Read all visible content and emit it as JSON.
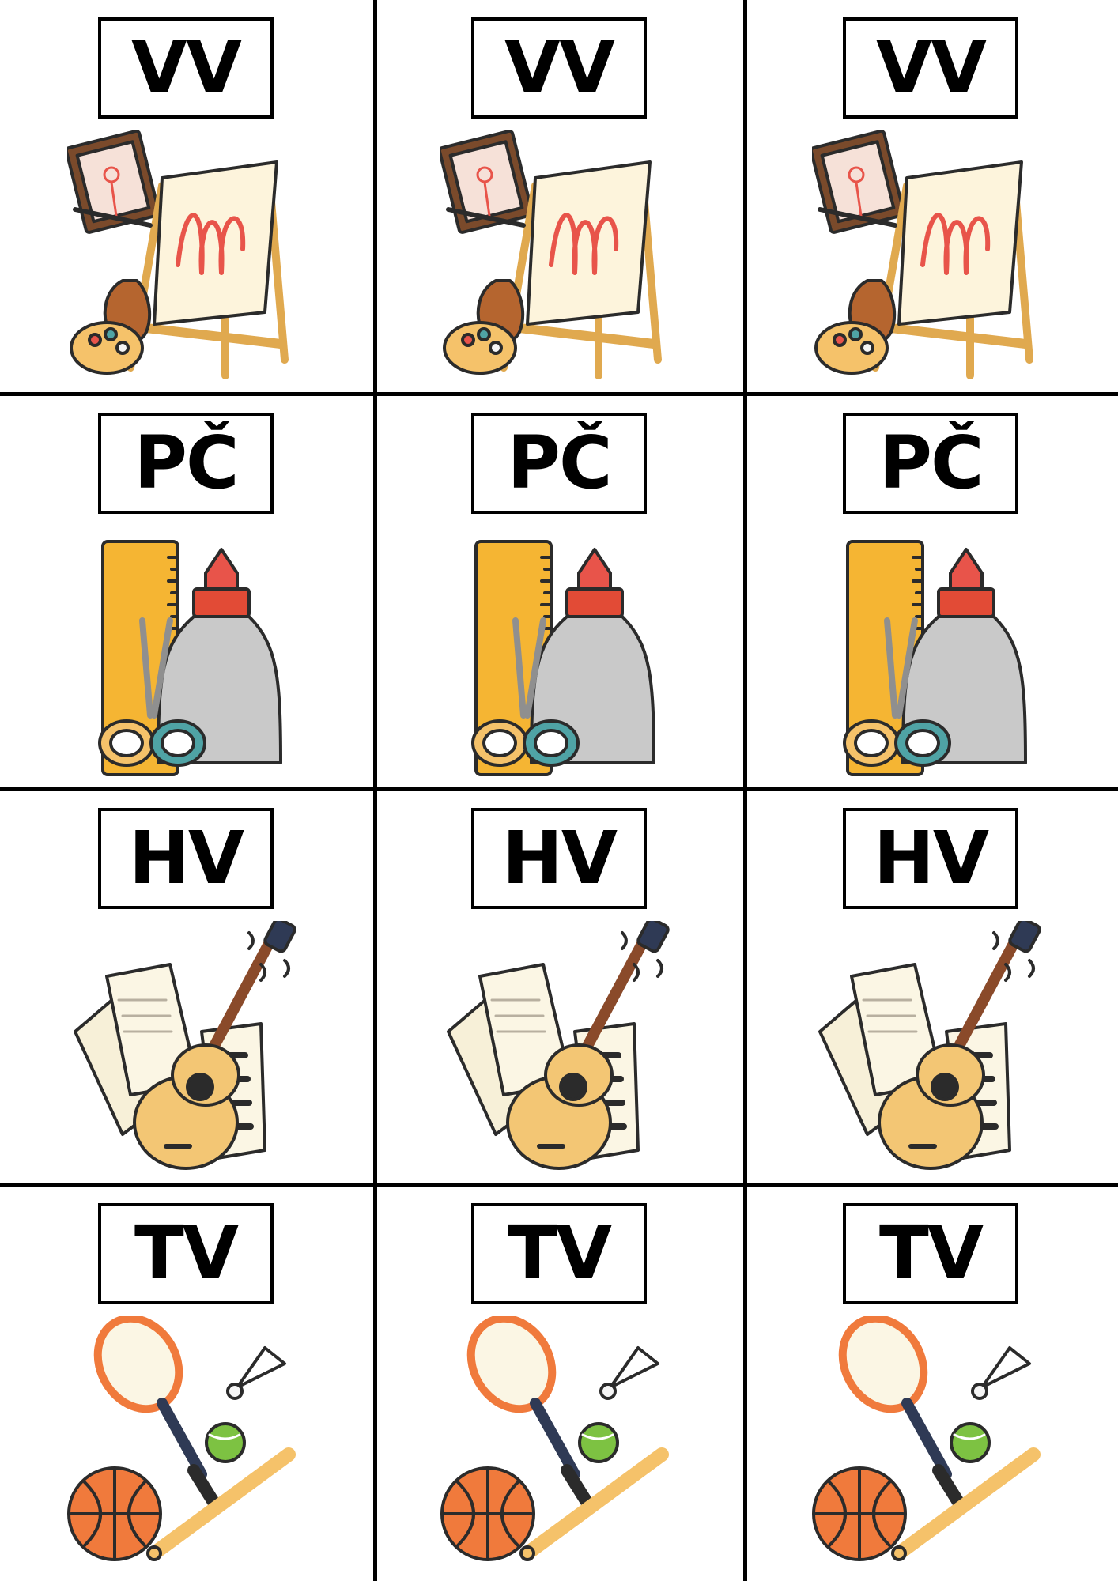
{
  "rows": [
    {
      "label": "VV",
      "icon": "art-easel-icon"
    },
    {
      "label": "PČ",
      "icon": "craft-supplies-icon"
    },
    {
      "label": "HV",
      "icon": "music-guitar-icon"
    },
    {
      "label": "TV",
      "icon": "sports-equipment-icon"
    }
  ],
  "colors": {
    "border": "#000000",
    "background": "#ffffff",
    "accent_red": "#e8544a",
    "accent_orange": "#f07a3c",
    "accent_yellow": "#f5b533",
    "accent_teal": "#4fa3a5"
  }
}
